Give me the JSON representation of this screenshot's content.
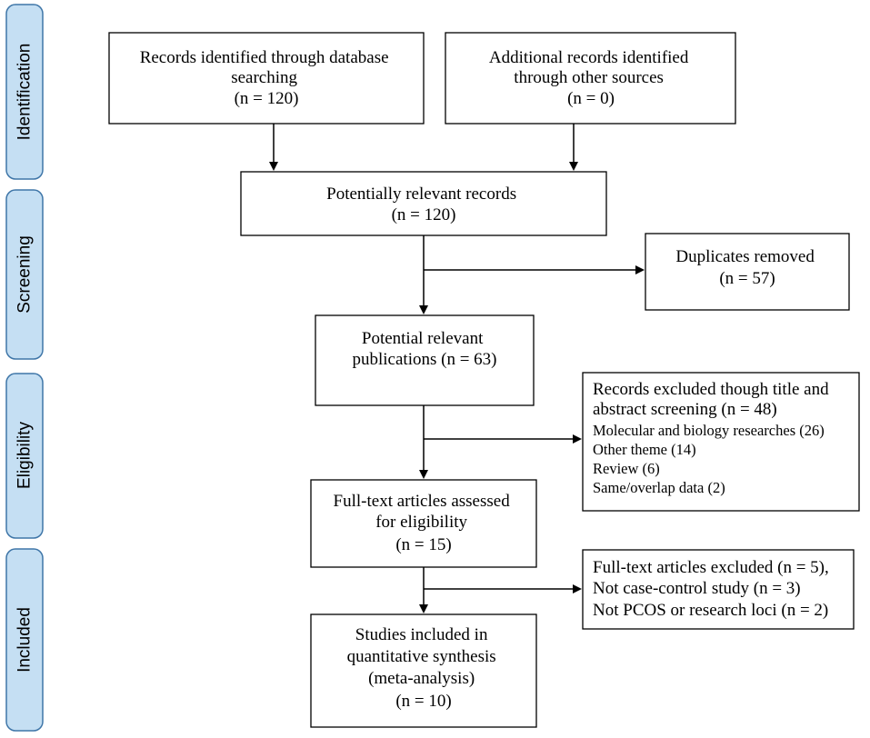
{
  "diagram": {
    "phases": [
      {
        "id": "identification",
        "label": "Identification"
      },
      {
        "id": "screening",
        "label": "Screening"
      },
      {
        "id": "eligibility",
        "label": "Eligibility"
      },
      {
        "id": "included",
        "label": "Included"
      }
    ],
    "boxes": {
      "db": [
        "Records identified through database",
        "searching",
        "(n = 120)"
      ],
      "other": [
        "Additional records identified",
        "through other sources",
        "(n = 0)"
      ],
      "relevant": [
        "Potentially relevant records",
        "(n = 120)"
      ],
      "duplicates": [
        "Duplicates removed",
        "(n = 57)"
      ],
      "publications": [
        "Potential relevant",
        "publications (n = 63)"
      ],
      "excluded_title": {
        "lines": [
          "Records excluded though title and",
          "abstract screening (n = 48)"
        ],
        "items": [
          "Molecular and biology researches (26)",
          "Other theme (14)",
          "Review (6)",
          "Same/overlap data (2)"
        ]
      },
      "fulltext": [
        "Full-text articles assessed",
        "for eligibility",
        "(n = 15)"
      ],
      "excluded_full": [
        "Full-text articles excluded (n = 5),",
        "Not case-control study (n = 3)",
        "Not PCOS or research loci (n = 2)"
      ],
      "included": [
        "Studies included in",
        "quantitative synthesis",
        "(meta-analysis)",
        "(n = 10)"
      ]
    },
    "colors": {
      "phase_fill": "#c5dff3",
      "phase_stroke": "#3f76a8",
      "box_stroke": "#000000",
      "arrow": "#000000"
    }
  }
}
